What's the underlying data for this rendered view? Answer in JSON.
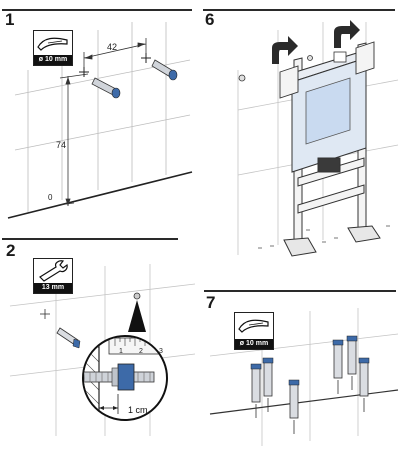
{
  "steps": [
    {
      "number": "1",
      "drill": "ø 10 mm",
      "spacing": "42",
      "height": "74",
      "floor": "0"
    },
    {
      "number": "2",
      "wrench": "13 mm",
      "ruler": [
        "1",
        "2",
        "3"
      ],
      "depth": "1 cm"
    },
    {
      "number": "6"
    },
    {
      "number": "7",
      "drill": "ø 10 mm"
    }
  ],
  "icons": [
    "drill-bit-icon",
    "wrench-icon"
  ]
}
